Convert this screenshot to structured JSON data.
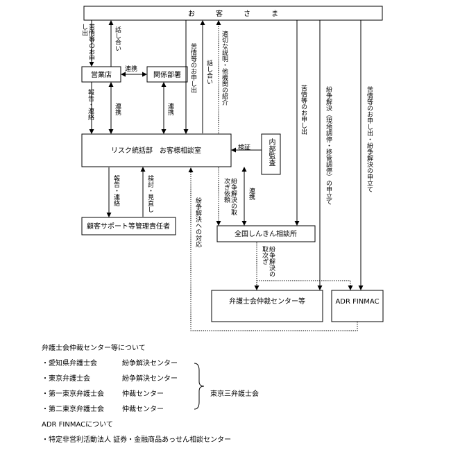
{
  "diagram": {
    "customer": "お　　　客　　　さ　　　ま",
    "eigyoten": "営業店",
    "kankei": "関係部署",
    "risk": "リスク統括部　お客様相談室",
    "naibu": "内部監査",
    "kokyaku": "顧客サポート等管理責任者",
    "zenkoku": "全国しんきん相談所",
    "bengoshi": "弁護士会仲裁センター等",
    "adr": "ADR FINMAC",
    "labels": {
      "kujo_moushide_a": "苦情等のお申し出",
      "hanashiai_a": "話し合い",
      "renkei_h": "連携",
      "houkoku_renraku_a": "報告・連絡",
      "renkei_a": "連携",
      "renkei_b": "連携",
      "kujo_moushide_b": "苦情等のお申し出",
      "hanashiai_b": "話し合い",
      "tekisetsu": "適切な説明・他機関の紹介",
      "kujo_moushide_c": "苦情等のお申し出",
      "funsou_genchi": "紛争解決（現地調停・移管調停）の申立て",
      "kujo_funsou": "苦情等のお申し出・紛争解決の申立て",
      "kensho": "検証",
      "houkoku_renraku_b": "報告・連絡",
      "kentou": "検討・見直し",
      "funsou_taiou": "紛争解決への対応",
      "funsou_toritsugi_irai": "紛争解決の取次ぎ依頼",
      "renkei_c": "連携",
      "funsou_toritsugi": "紛争解決の取次ぎ"
    }
  },
  "notes": {
    "heading1": "弁護士会仲裁センター等について",
    "rows": [
      {
        "name": "・愛知県弁護士会",
        "center": "紛争解決センター"
      },
      {
        "name": "・東京弁護士会",
        "center": "紛争解決センター"
      },
      {
        "name": "・第一東京弁護士会",
        "center": "仲裁センター"
      },
      {
        "name": "・第二東京弁護士会",
        "center": "仲裁センター"
      }
    ],
    "group_label": "東京三弁護士会",
    "heading2": "ADR FINMACについて",
    "item": "・特定非営利活動法人 証券・金融商品あっせん相談センター"
  }
}
